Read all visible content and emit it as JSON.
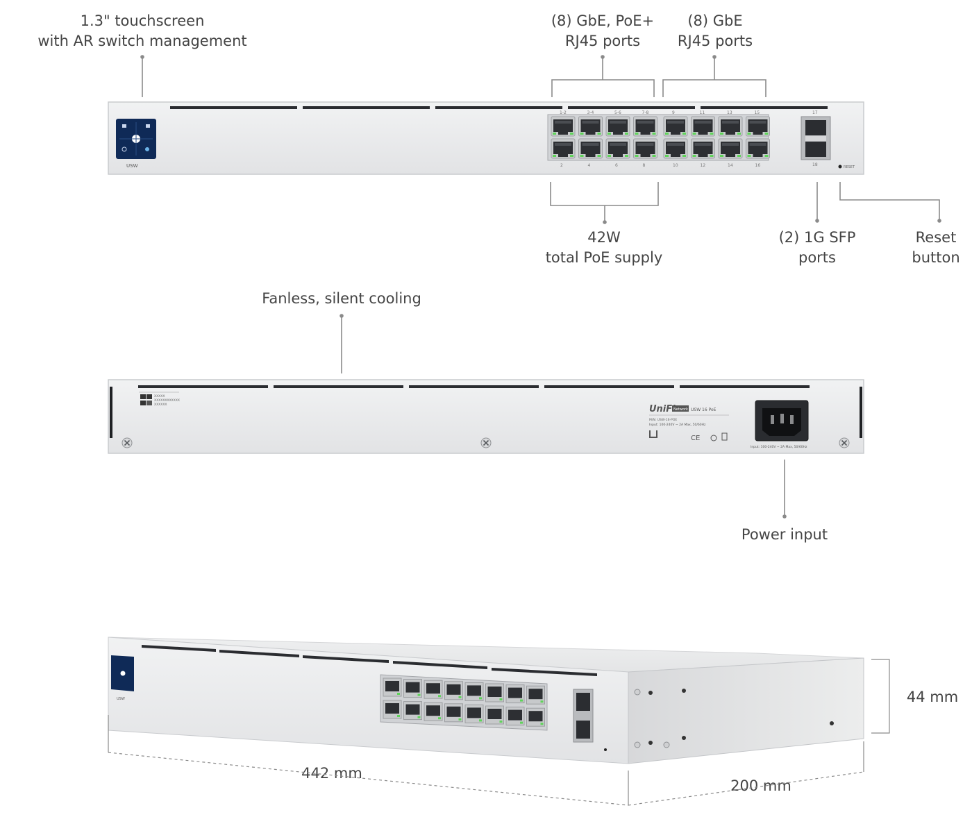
{
  "callouts": {
    "touchscreen": {
      "line1": "1.3\" touchscreen",
      "line2": "with AR switch management"
    },
    "poe_ports": {
      "line1": "(8) GbE, PoE+",
      "line2": "RJ45 ports"
    },
    "gbe_ports": {
      "line1": "(8) GbE",
      "line2": "RJ45 ports"
    },
    "poe_supply": {
      "line1": "42W",
      "line2": "total PoE supply"
    },
    "sfp_ports": {
      "line1": "(2) 1G SFP",
      "line2": "ports"
    },
    "reset": {
      "line1": "Reset",
      "line2": "button"
    },
    "cooling": {
      "text": "Fanless, silent cooling"
    },
    "power": {
      "text": "Power input"
    }
  },
  "dimensions": {
    "height": "44 mm",
    "width": "442 mm",
    "depth": "200 mm"
  },
  "device_front": {
    "screen_brand": "USW",
    "top_port_labels": [
      "1-2",
      "3-4",
      "5-6",
      "7-8",
      "9",
      "11",
      "13",
      "15"
    ],
    "bottom_port_labels": [
      "2",
      "4",
      "6",
      "8",
      "10",
      "12",
      "14",
      "16"
    ],
    "sfp_top_label": "17",
    "sfp_bottom_label": "18",
    "reset_label": "RESET"
  },
  "device_rear": {
    "logo": "UniFi",
    "badge": "Network",
    "model": "USW 16 PoE",
    "model_line": "M/N: USW-16-POE",
    "input_line": "Input: 100-240V ~ 2A Max, 50/60Hz",
    "cert_marks": "CE",
    "power_rating": "Input: 100-240V ~ 2A Max, 50/60Hz",
    "qr_text1": "XXXXX",
    "qr_text2": "XXXXXXXXXXXX",
    "qr_text3": "XXXXXX"
  },
  "colors": {
    "chassis": "#e9eaec",
    "chassis_edge": "#cfd1d4",
    "port_led": "#5fd35a",
    "screen": "#0f2a57",
    "leader": "#8a8a8a"
  }
}
